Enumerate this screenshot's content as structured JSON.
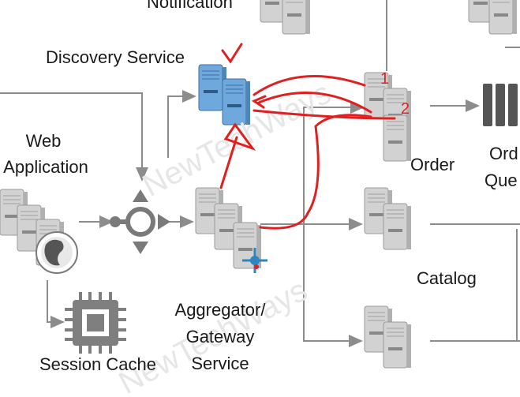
{
  "nodes": {
    "notification": {
      "label": "Notification"
    },
    "discovery": {
      "label": "Discovery Service"
    },
    "web_app": {
      "line1": "Web",
      "line2": "Application"
    },
    "session_cache": {
      "label": "Session Cache"
    },
    "gateway": {
      "line1": "Aggregator/",
      "line2": "Gateway",
      "line3": "Service"
    },
    "order": {
      "label": "Order"
    },
    "order_queue": {
      "line1": "Ord",
      "line2": "Que"
    },
    "catalog": {
      "label": "Catalog"
    }
  },
  "annotations": {
    "order_instance_1": "1",
    "order_instance_2": "2"
  },
  "watermark": "NewTechWays",
  "colors": {
    "server_gray": "#c9c9c9",
    "server_dark": "#8f8f8f",
    "discovery_blue": "#6fa8dc",
    "arrow_gray": "#8c8c8c",
    "ink_red": "#e02020",
    "gateway_blue": "#2e86c1"
  }
}
